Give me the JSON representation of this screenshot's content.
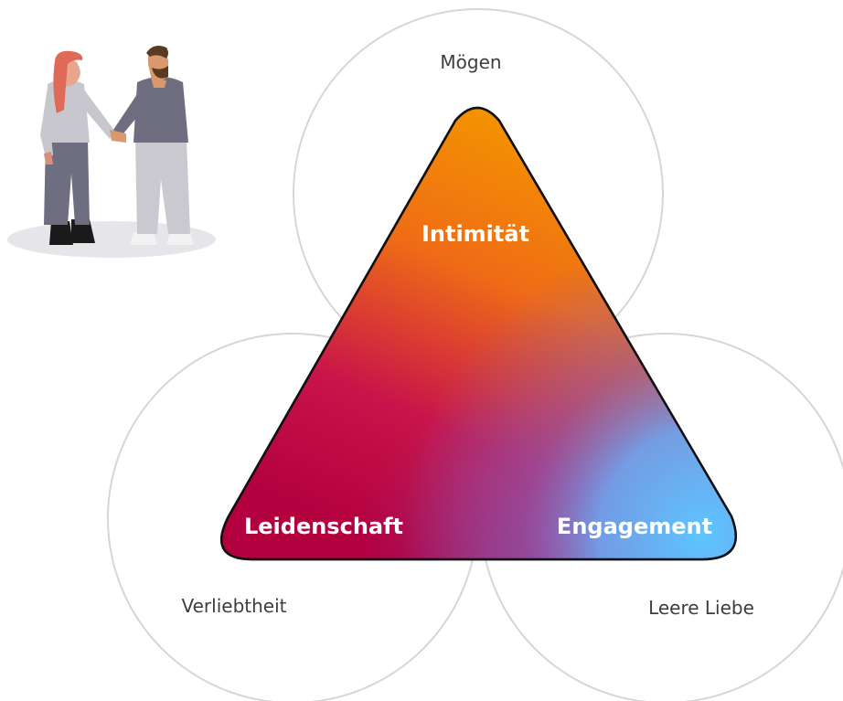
{
  "diagram": {
    "circles": {
      "top": {
        "label": "Mögen"
      },
      "bottom_left": {
        "label": "Verliebtheit"
      },
      "bottom_right": {
        "label": "Leere Liebe"
      }
    },
    "triangle": {
      "top": {
        "label": "Intimität",
        "color": "#f39200"
      },
      "bottom_left": {
        "label": "Leidenschaft",
        "color": "#b5003f"
      },
      "bottom_right": {
        "label": "Engagement",
        "color": "#5cc0ff"
      }
    },
    "circle_stroke_color": "#d6d6d6"
  },
  "illustration": {
    "icon": "two-people-handshake-icon"
  }
}
